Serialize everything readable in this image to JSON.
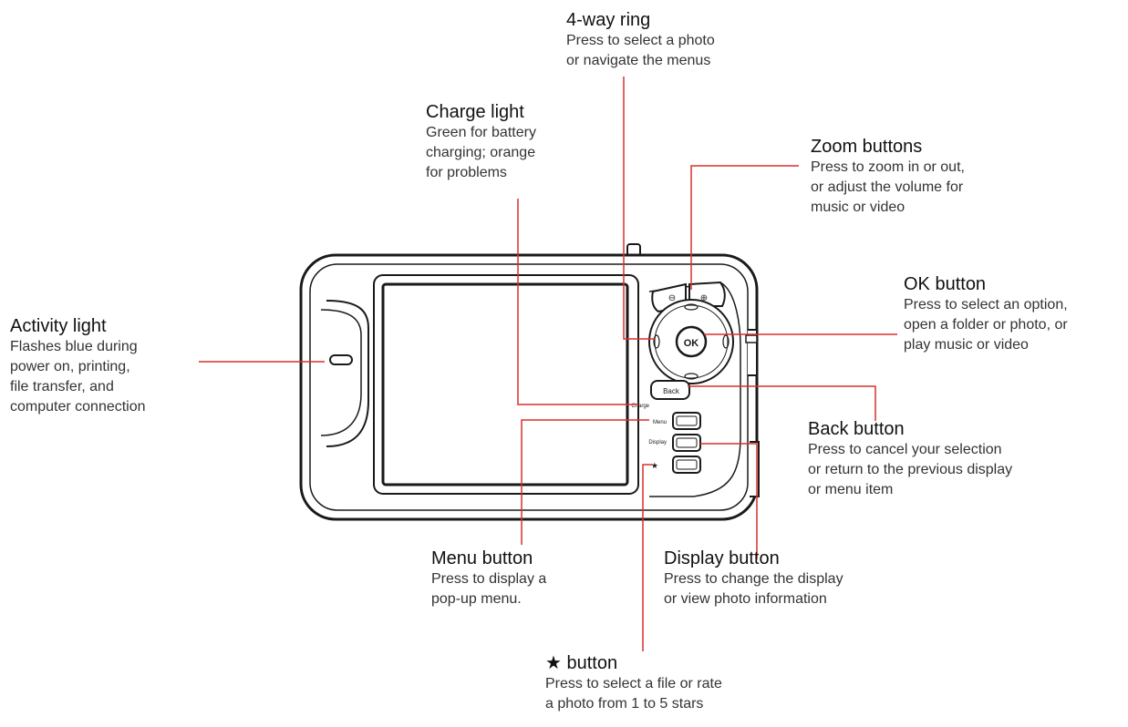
{
  "callouts": {
    "four_way_ring": {
      "title": "4-way ring",
      "line1": "Press to select a photo",
      "line2": "or navigate the menus"
    },
    "charge_light": {
      "title": "Charge light",
      "line1": "Green for battery",
      "line2": "charging; orange",
      "line3": "for problems"
    },
    "zoom_buttons": {
      "title": "Zoom buttons",
      "line1": "Press to zoom in or out,",
      "line2": "or adjust the volume for",
      "line3": "music or video"
    },
    "ok_button": {
      "title": "OK button",
      "line1": "Press to select an option,",
      "line2": "open a folder or photo, or",
      "line3": "play music or video"
    },
    "activity_light": {
      "title": "Activity light",
      "line1": "Flashes blue during",
      "line2": "power on, printing,",
      "line3": "file transfer, and",
      "line4": "computer connection"
    },
    "back_button": {
      "title": "Back button",
      "line1": "Press to cancel your selection",
      "line2": "or return to the previous display",
      "line3": "or menu item"
    },
    "menu_button": {
      "title": "Menu button",
      "line1": "Press to display a",
      "line2": "pop-up menu."
    },
    "display_button": {
      "title": "Display button",
      "line1": "Press to change the display",
      "line2": "or view photo information"
    },
    "star_button": {
      "star": "★",
      "title": "button",
      "line1": "Press to select a file or rate",
      "line2": "a photo from 1 to 5 stars"
    }
  },
  "device": {
    "ok_label": "OK",
    "back_label": "Back",
    "charge_label": "Charge",
    "menu_label": "Menu",
    "display_label": "Display",
    "star_label": "★"
  },
  "colors": {
    "leader_line": "#d9302c",
    "outline": "#1a1a1a"
  }
}
